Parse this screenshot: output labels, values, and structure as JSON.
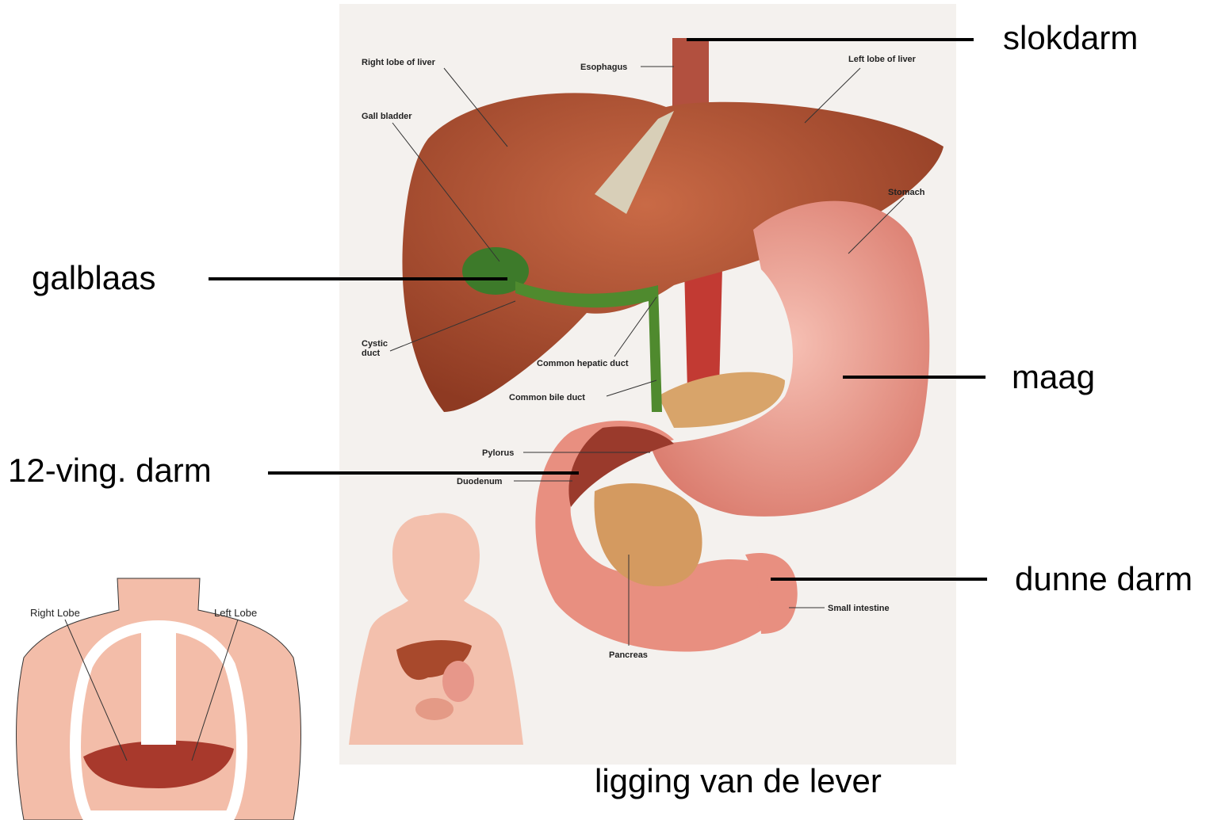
{
  "labels": {
    "slokdarm": "slokdarm",
    "galblaas": "galblaas",
    "maag": "maag",
    "twaalfvingerige_darm": "12-ving. darm",
    "dunne_darm": "dunne darm",
    "caption": "ligging van de lever"
  },
  "illustration_labels": {
    "right_lobe_of_liver": "Right lobe of liver",
    "esophagus": "Esophagus",
    "left_lobe_of_liver": "Left lobe of liver",
    "gall_bladder": "Gall bladder",
    "stomach": "Stomach",
    "cystic_duct_line1": "Cystic",
    "cystic_duct_line2": "duct",
    "common_hepatic_duct": "Common hepatic duct",
    "common_bile_duct": "Common bile duct",
    "pylorus": "Pylorus",
    "duodenum": "Duodenum",
    "small_intestine": "Small intestine",
    "pancreas": "Pancreas"
  },
  "inset_labels": {
    "right_lobe": "Right Lobe",
    "left_lobe": "Left Lobe"
  },
  "colors": {
    "liver": "#a8492c",
    "stomach": "#eba092",
    "gallbladder": "#3d7a2a",
    "panel_bg": "#f4f1ee",
    "skin": "#f3c0ad"
  }
}
